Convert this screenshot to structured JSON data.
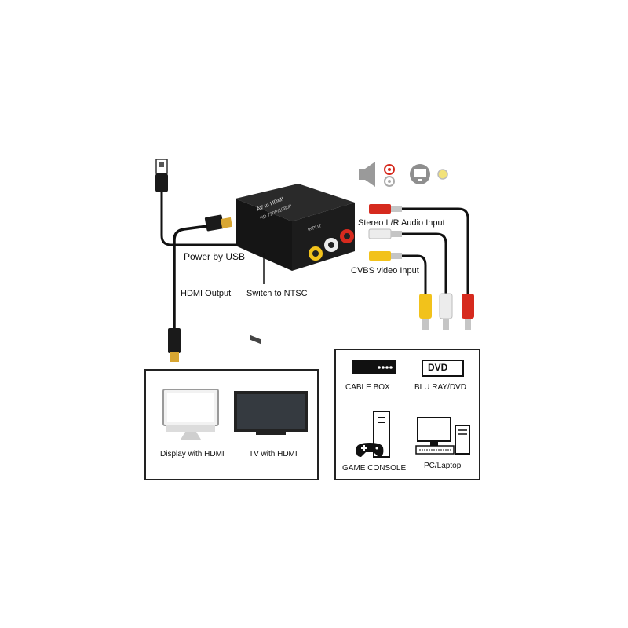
{
  "labels": {
    "power_by_usb": "Power by USB",
    "hdmi_output": "HDMI Output",
    "switch_to_ntsc": "Switch to NTSC",
    "stereo_audio_input": "Stereo L/R Audio Input",
    "cvbs_video_input": "CVBS video Input"
  },
  "device": {
    "top_text": "AV to HDMI",
    "top_subtext": "HD 720P/1080P",
    "port_label": "INPUT"
  },
  "outputs": [
    {
      "name": "display-with-hdmi",
      "label": "Display with HDMI",
      "icon": "monitor-icon"
    },
    {
      "name": "tv-with-hdmi",
      "label": "TV with HDMI",
      "icon": "tv-icon"
    }
  ],
  "sources": [
    {
      "name": "cable-box",
      "label": "CABLE BOX",
      "icon": "cable-box-icon"
    },
    {
      "name": "blu-ray-dvd",
      "label": "BLU RAY/DVD",
      "icon": "dvd-icon",
      "icon_text": "DVD"
    },
    {
      "name": "game-console",
      "label": "GAME CONSOLE",
      "icon": "game-console-icon"
    },
    {
      "name": "pc-laptop",
      "label": "PC/Laptop",
      "icon": "pc-icon"
    }
  ],
  "colors": {
    "device": "#1c1c1c",
    "rca_red": "#d62a1e",
    "rca_white": "#e8e8e8",
    "rca_yellow": "#f2c21b",
    "hdmi_gold": "#d8a632",
    "frame": "#222222"
  }
}
